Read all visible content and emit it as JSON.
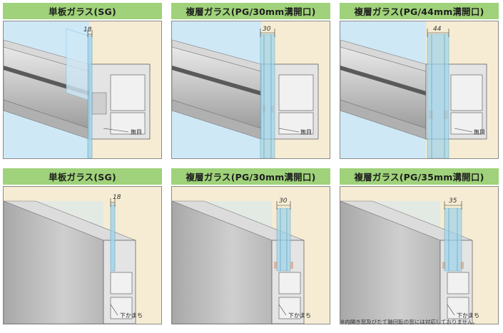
{
  "panels": [
    {
      "title": "単板ガラス(SG)",
      "dimension": "18",
      "label": "無目"
    },
    {
      "title": "複層ガラス(PG/30mm溝開口)",
      "dimension": "30",
      "label": "無目"
    },
    {
      "title": "複層ガラス(PG/44mm溝開口)",
      "dimension": "44",
      "label": "無目"
    },
    {
      "title": "単板ガラス(SG)",
      "dimension": "18",
      "label": "下かまち"
    },
    {
      "title": "複層ガラス(PG/30mm溝開口)",
      "dimension": "30",
      "label": "下かまち"
    },
    {
      "title": "複層ガラス(PG/35mm溝開口)",
      "dimension": "35",
      "label": "下かまち"
    }
  ],
  "note": "※内開き窓及びたて軸回転の窓には対応しておりません。",
  "colors": {
    "header_green": "#9fd27a",
    "sky_blue": "#cfe8f6",
    "beige": "#f6ecd3",
    "aluminium_dark": "#9a9a9a",
    "aluminium_light": "#dcdcdc",
    "gasket_orange": "#e0b59a"
  }
}
